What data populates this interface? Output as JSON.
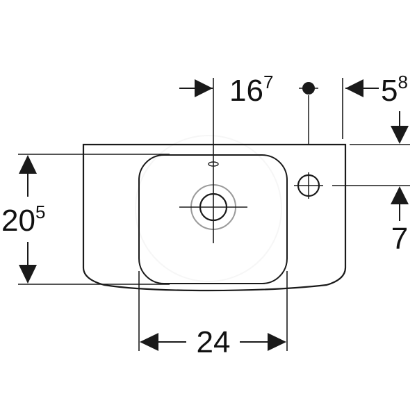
{
  "dimensions": {
    "drain_offset": {
      "main": "16",
      "sup": "7"
    },
    "side_offset": {
      "main": "5",
      "sup": "8"
    },
    "height": {
      "main": "20",
      "sup": "5"
    },
    "tap_hole_offset": {
      "main": "7"
    },
    "bowl_width": {
      "main": "24"
    }
  },
  "colors": {
    "line": "#1a1a1a",
    "ghost": "#d0d0d0",
    "watermark": "#e4e4e4"
  }
}
